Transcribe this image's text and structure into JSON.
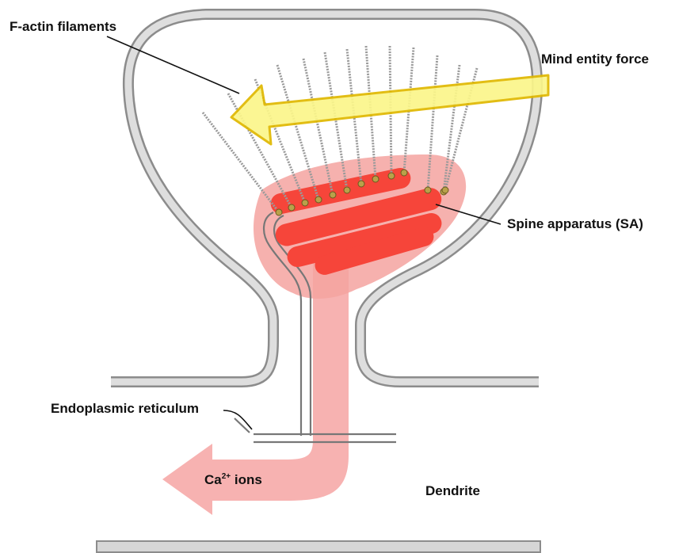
{
  "labels": {
    "factin": "F-actin filaments",
    "mind_force": "Mind entity force",
    "spine_apparatus": "Spine apparatus (SA)",
    "er": "Endoplasmic reticulum",
    "ca_base": "Ca",
    "ca_sup": "2+",
    "ca_suffix": " ions",
    "dendrite": "Dendrite"
  },
  "colors": {
    "membrane": "#8c8c8c",
    "membrane_fill": "#d6d6d6",
    "ca_flow": "#f6a5a3",
    "sa_halo": "#f4a3a0",
    "sa_cisterna": "#f6453a",
    "force_arrow": "#fbf68a",
    "force_outline": "#e0b800",
    "actin": "#9a9a9a",
    "particles": "#c89b3c",
    "text": "#111111"
  }
}
